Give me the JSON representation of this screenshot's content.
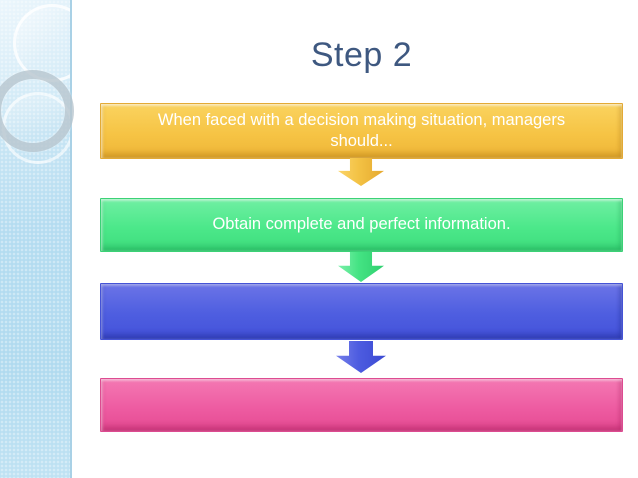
{
  "slide": {
    "title": "Step 2"
  },
  "palette": {
    "title_text": "#3E5880",
    "box_text": "#FFFFFF",
    "sidebar_accent": "#B6DDF1",
    "step_orange": "#F6C445",
    "step_green": "#4CE88A",
    "step_blue": "#4E5EE0",
    "step_pink": "#EE5CA2"
  },
  "flow": {
    "steps": [
      {
        "label": "When faced with a decision making situation, managers should...",
        "color": "#F6C445",
        "arrow_below": true
      },
      {
        "label": "Obtain complete and perfect information.",
        "color": "#4CE88A",
        "arrow_below": true
      },
      {
        "label": "",
        "color": "#4E5EE0",
        "arrow_below": true
      },
      {
        "label": "",
        "color": "#EE5CA2",
        "arrow_below": false
      }
    ]
  }
}
